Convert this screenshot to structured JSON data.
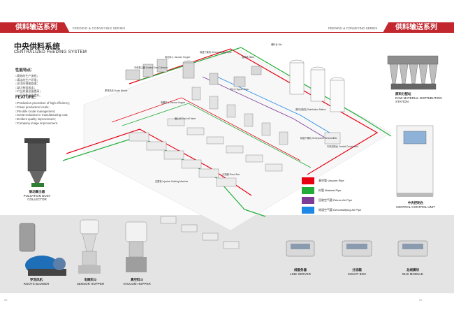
{
  "header": {
    "left_title": "供料输送系列",
    "left_sub": "FEEDING & CONVEYING SERIES",
    "right_title": "供料输送系列",
    "right_sub": "FEEDING & CONVEYING SERIES"
  },
  "title": {
    "cn": "中央供料系统",
    "en": "CENTRALIZED FEEDING SYSTEM"
  },
  "features_cn": {
    "heading": "性能特点：",
    "items": [
      "□高效的生产流程；",
      "□清洁的生产环境；",
      "□灵活的规格管理；",
      "□减少制造成本；",
      "□产品质量显著提高；",
      "□公司形象全面提升。"
    ]
  },
  "features_en": {
    "heading": "FEATURE:",
    "items": [
      "□Production procedure of high efficiency;",
      "□Clean production locale;",
      "□Flexible locale management;",
      "□Great reduction in manufacturing cost;",
      "□Evident quality improvement;",
      "□Company image improvement."
    ]
  },
  "products": {
    "dust_collector": {
      "cn": "脉动集尘器",
      "en": "PULSATION DUST COLLECTOR"
    },
    "roots_blower": {
      "cn": "罗茨风机",
      "en": "ROOTS BLOWER"
    },
    "sensor_hopper": {
      "cn": "电眼料斗",
      "en": "SENSOR HOPPER"
    },
    "vacuum_hopper": {
      "cn": "真空料斗",
      "en": "VACUUM HOPPER"
    },
    "distribution": {
      "cn": "原料分配站",
      "en": "RAW MATERIAL DISTRIBUTION STATION"
    },
    "control_unit": {
      "cn": "中央控制台",
      "en": "CENTRAL CONTROL UNIT"
    },
    "line_server": {
      "cn": "线服务器",
      "en": "LINE SERVER"
    },
    "shunt_box": {
      "cn": "分流箱",
      "en": "SHUNT BOX"
    },
    "bus_module": {
      "cn": "总线模块",
      "en": "BUS MODULE"
    }
  },
  "legend": [
    {
      "cn": "真空管",
      "en": "Vacuum Pipe",
      "color": "#e60012"
    },
    {
      "cn": "料管",
      "en": "Material Pipe",
      "color": "#22ac38"
    },
    {
      "cn": "回收空气管",
      "en": "Return Air Pipe",
      "color": "#7d3c98"
    },
    {
      "cn": "除湿空气管",
      "en": "Dehumidifying Air Pipe",
      "color": "#1e88e5"
    }
  ],
  "diagram_labels": {
    "a1": "中央集尘器 Central Dust Collector",
    "a2": "罗茨风机 Roots Blower",
    "a3": "真空料斗 Vacuum Hopper",
    "a4": "除湿干燥机 Dehumidifying Dryer",
    "a5": "中央控制台 Central Control Unit",
    "a6": "混料机 Mixer",
    "a7": "原料分配站 Distribution Station",
    "a8": "储料仓 Silo",
    "a9": "料斗 Hopper Dryer",
    "a10": "电眼料斗 Sensor Hopper",
    "a11": "除湿干燥机 Honeycomb Dehumidifier",
    "a12": "截止阀 Shut-off Valve",
    "a13": "分流器 Shunt Box",
    "a14": "注塑机 Injection Molding Machine"
  },
  "page_left": "69",
  "page_right": "52"
}
